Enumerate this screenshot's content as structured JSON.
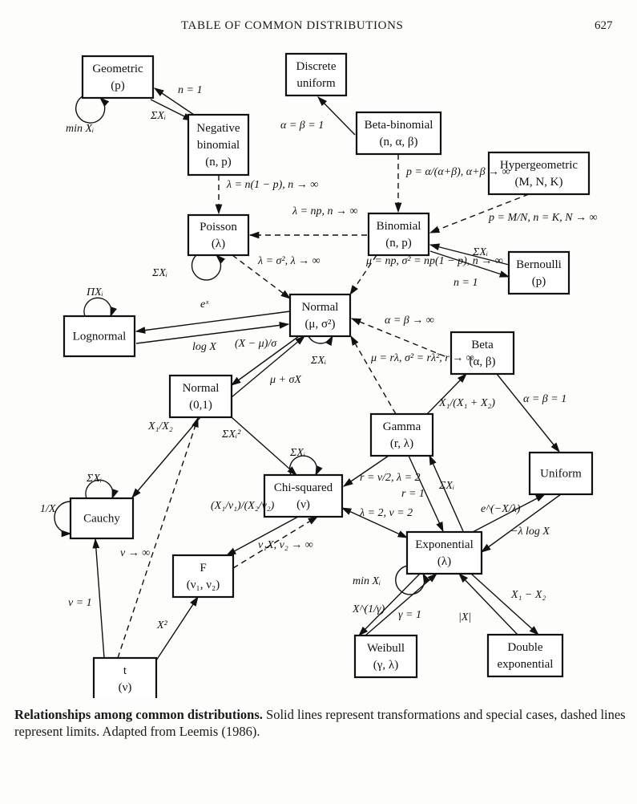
{
  "header": {
    "title": "TABLE OF COMMON DISTRIBUTIONS",
    "page_number": "627"
  },
  "nodes": [
    {
      "id": "geometric",
      "lines": [
        "Geometric",
        "(p)"
      ]
    },
    {
      "id": "discrete-uniform",
      "lines": [
        "Discrete",
        "uniform"
      ]
    },
    {
      "id": "negative-binomial",
      "lines": [
        "Negative",
        "binomial",
        "(n, p)"
      ]
    },
    {
      "id": "beta-binomial",
      "lines": [
        "Beta-binomial",
        "(n, α, β)"
      ]
    },
    {
      "id": "hypergeometric",
      "lines": [
        "Hypergeometric",
        "(M, N, K)"
      ]
    },
    {
      "id": "poisson",
      "lines": [
        "Poisson",
        "(λ)"
      ]
    },
    {
      "id": "binomial",
      "lines": [
        "Binomial",
        "(n, p)"
      ]
    },
    {
      "id": "bernoulli",
      "lines": [
        "Bernoulli",
        "(p)"
      ]
    },
    {
      "id": "lognormal",
      "lines": [
        "Lognormal"
      ]
    },
    {
      "id": "normal",
      "lines": [
        "Normal",
        "(μ, σ²)"
      ]
    },
    {
      "id": "beta",
      "lines": [
        "Beta",
        "(α, β)"
      ]
    },
    {
      "id": "std-normal",
      "lines": [
        "Normal",
        "(0,1)"
      ]
    },
    {
      "id": "gamma",
      "lines": [
        "Gamma",
        "(r, λ)"
      ]
    },
    {
      "id": "uniform",
      "lines": [
        "Uniform"
      ]
    },
    {
      "id": "cauchy",
      "lines": [
        "Cauchy"
      ]
    },
    {
      "id": "chi-squared",
      "lines": [
        "Chi-squared",
        "(ν)"
      ]
    },
    {
      "id": "exponential",
      "lines": [
        "Exponential",
        "(λ)"
      ]
    },
    {
      "id": "f",
      "lines": [
        "F",
        "(ν₁, ν₂)"
      ]
    },
    {
      "id": "t",
      "lines": [
        "t",
        "(ν)"
      ]
    },
    {
      "id": "weibull",
      "lines": [
        "Weibull",
        "(γ, λ)"
      ]
    },
    {
      "id": "double-exponential",
      "lines": [
        "Double",
        "exponential"
      ]
    }
  ],
  "edges": [
    {
      "from": "negative-binomial",
      "to": "geometric",
      "style": "solid",
      "label": "n = 1"
    },
    {
      "from": "geometric",
      "to": "negative-binomial",
      "style": "solid",
      "label": "ΣXᵢ"
    },
    {
      "from": "beta-binomial",
      "to": "discrete-uniform",
      "style": "solid",
      "label": "α = β = 1"
    },
    {
      "from": "negative-binomial",
      "to": "poisson",
      "style": "dashed",
      "label": "λ = n(1 − p), n → ∞"
    },
    {
      "from": "beta-binomial",
      "to": "binomial",
      "style": "dashed",
      "label": "p = α/(α+β), α+β → ∞"
    },
    {
      "from": "hypergeometric",
      "to": "binomial",
      "style": "dashed",
      "label": "p = M/N, n = K, N → ∞"
    },
    {
      "from": "binomial",
      "to": "poisson",
      "style": "dashed",
      "label": "λ = np, n → ∞"
    },
    {
      "from": "bernoulli",
      "to": "binomial",
      "style": "solid",
      "label": "ΣXᵢ"
    },
    {
      "from": "binomial",
      "to": "bernoulli",
      "style": "solid",
      "label": "n = 1"
    },
    {
      "from": "poisson",
      "to": "normal",
      "style": "dashed",
      "label": "λ = σ², λ → ∞"
    },
    {
      "from": "binomial",
      "to": "normal",
      "style": "dashed",
      "label": "μ = np, σ² = np(1 − p), n → ∞"
    },
    {
      "from": "normal",
      "to": "lognormal",
      "style": "solid",
      "label": "eˣ"
    },
    {
      "from": "lognormal",
      "to": "normal",
      "style": "solid",
      "label": "log X"
    },
    {
      "from": "beta",
      "to": "normal",
      "style": "dashed",
      "label": "α = β → ∞"
    },
    {
      "from": "normal",
      "to": "std-normal",
      "style": "solid",
      "label": "(X − μ)/σ"
    },
    {
      "from": "std-normal",
      "to": "normal",
      "style": "solid",
      "label": "μ + σX"
    },
    {
      "from": "gamma",
      "to": "normal",
      "style": "dashed",
      "label": "μ = rλ, σ² = rλ², r → ∞"
    },
    {
      "from": "gamma",
      "to": "beta",
      "style": "solid",
      "label": "X₁/(X₁ + X₂)"
    },
    {
      "from": "beta",
      "to": "uniform",
      "style": "solid",
      "label": "α = β = 1"
    },
    {
      "from": "std-normal",
      "to": "cauchy",
      "style": "solid",
      "label": "X₁/X₂"
    },
    {
      "from": "std-normal",
      "to": "chi-squared",
      "style": "solid",
      "label": "ΣXᵢ²"
    },
    {
      "from": "gamma",
      "to": "chi-squared",
      "style": "solid",
      "label": "r = ν/2, λ = 2"
    },
    {
      "from": "gamma",
      "to": "exponential",
      "style": "solid",
      "label": "r = 1"
    },
    {
      "from": "exponential",
      "to": "gamma",
      "style": "solid",
      "label": "ΣXᵢ"
    },
    {
      "from": "chi-squared",
      "to": "exponential",
      "style": "solid",
      "label": "λ = 2, ν = 2",
      "bidirectional": true
    },
    {
      "from": "exponential",
      "to": "uniform",
      "style": "solid",
      "label": "e^(−X/λ)"
    },
    {
      "from": "uniform",
      "to": "exponential",
      "style": "solid",
      "label": "−λ log X"
    },
    {
      "from": "chi-squared",
      "to": "f",
      "style": "solid",
      "label": "(X₁/ν₁)/(X₂/ν₂)"
    },
    {
      "from": "f",
      "to": "chi-squared",
      "style": "dashed",
      "label": "ν₁X, ν₂ → ∞"
    },
    {
      "from": "t",
      "to": "cauchy",
      "style": "solid",
      "label": "ν = 1"
    },
    {
      "from": "t",
      "to": "std-normal",
      "style": "dashed",
      "label": "ν → ∞"
    },
    {
      "from": "t",
      "to": "f",
      "style": "solid",
      "label": "X²"
    },
    {
      "from": "exponential",
      "to": "weibull",
      "style": "solid",
      "label": "X^(1/γ)"
    },
    {
      "from": "weibull",
      "to": "exponential",
      "style": "solid",
      "label": "γ = 1"
    },
    {
      "from": "exponential",
      "to": "double-exponential",
      "style": "solid",
      "label": "X₁ − X₂"
    },
    {
      "from": "double-exponential",
      "to": "exponential",
      "style": "solid",
      "label": "|X|"
    }
  ],
  "self_loops": [
    {
      "node": "geometric",
      "label": "min Xᵢ"
    },
    {
      "node": "poisson",
      "label": "ΣXᵢ"
    },
    {
      "node": "lognormal",
      "label": "ΠXᵢ"
    },
    {
      "node": "normal",
      "label": "ΣXᵢ"
    },
    {
      "node": "cauchy",
      "label": "ΣXᵢ"
    },
    {
      "node": "cauchy",
      "label": "1/X"
    },
    {
      "node": "chi-squared",
      "label": "ΣXᵢ"
    },
    {
      "node": "exponential",
      "label": "min Xᵢ"
    }
  ],
  "caption": {
    "bold": "Relationships among common distributions.",
    "text": " Solid lines represent transformations and special cases, dashed lines represent limits. Adapted from Leemis (1986)."
  }
}
